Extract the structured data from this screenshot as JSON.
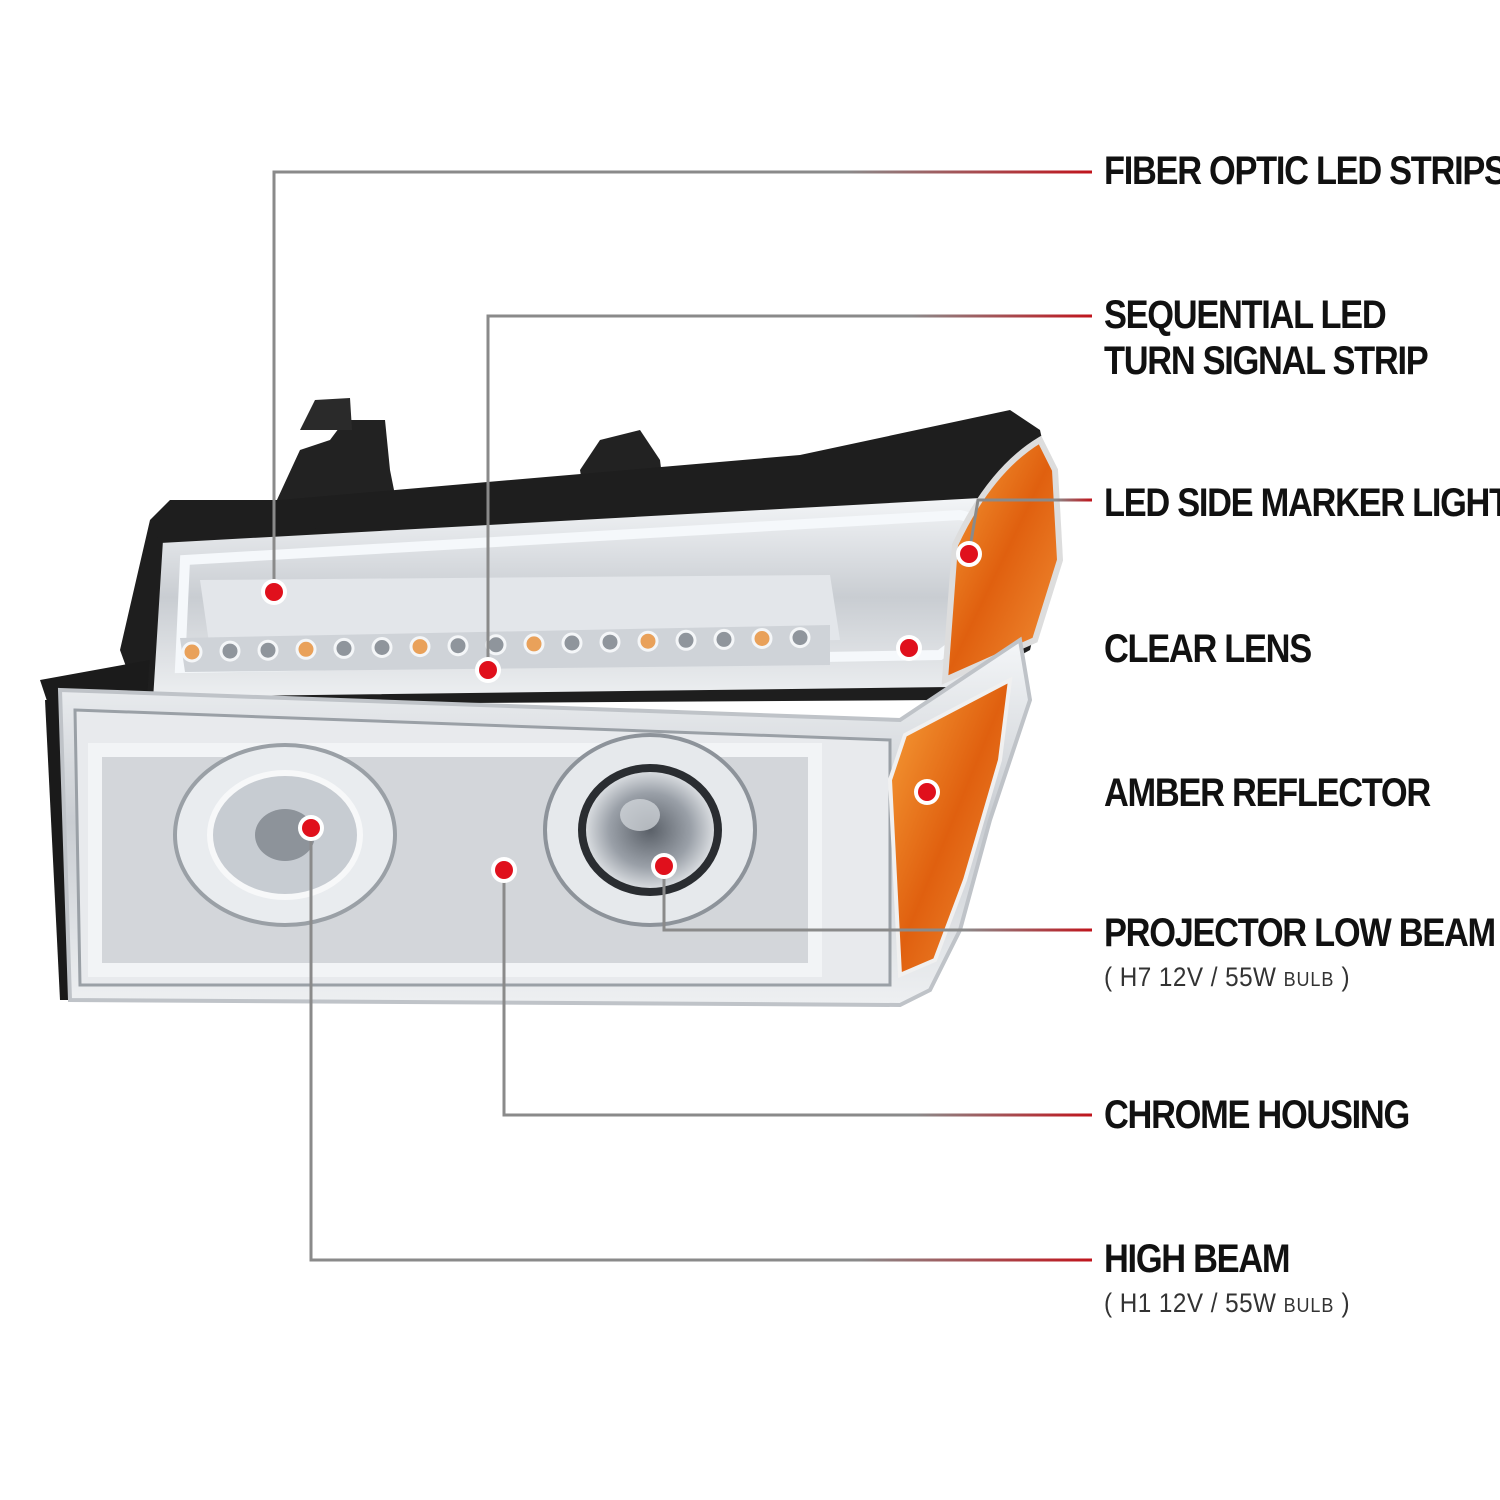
{
  "labels": {
    "fiber": "FIBER OPTIC LED STRIPS",
    "sequential_1": "SEQUENTIAL LED",
    "sequential_2": "TURN SIGNAL STRIP",
    "side_marker": "LED SIDE MARKER LIGHT",
    "clear_lens": "CLEAR LENS",
    "amber": "AMBER REFLECTOR",
    "low_beam": "PROJECTOR LOW BEAM",
    "low_beam_spec": "( H7  12V / 55W ",
    "low_beam_bulb": "BULB",
    "low_beam_close": " )",
    "chrome": "CHROME HOUSING",
    "high_beam": "HIGH BEAM",
    "high_beam_spec": "( H1  12V / 55W ",
    "high_beam_bulb": "BULB",
    "high_beam_close": " )"
  },
  "colors": {
    "callout_dot": "#e0101c",
    "leader_line": "#8a8a8a",
    "leader_end": "#c0141c",
    "amber": "#e26a12",
    "housing_dark": "#1e1e1e",
    "chrome": "#cfd3d8"
  }
}
